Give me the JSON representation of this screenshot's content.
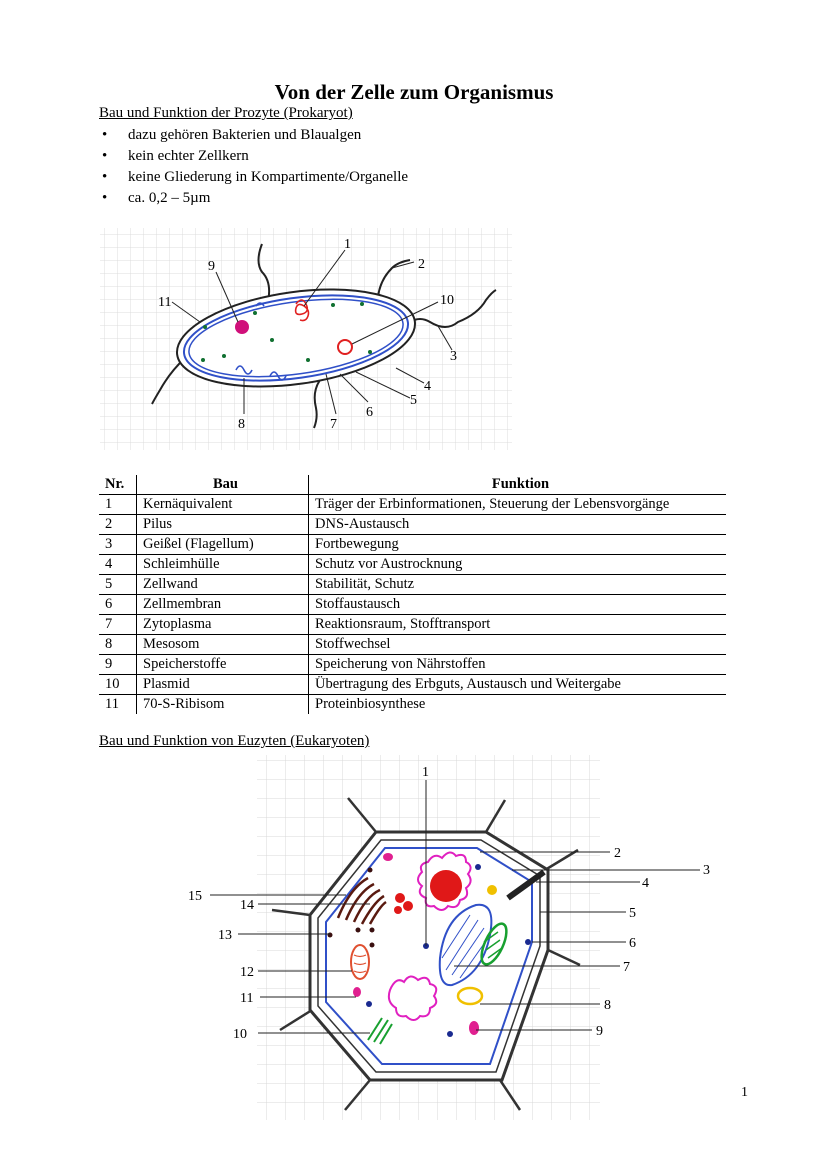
{
  "page": {
    "title": "Von der Zelle zum Organismus",
    "section1": "Bau und Funktion der Prozyte (Prokaryot)",
    "bullets": [
      "dazu gehören Bakterien und Blaualgen",
      "kein echter Zellkern",
      "keine Gliederung in Kompartimente/Organelle",
      "ca. 0,2 – 5µm"
    ],
    "section2": "Bau und Funktion von Euzyten (Eukaryoten)",
    "page_number": "1"
  },
  "prokaryote_labels": [
    "1",
    "2",
    "3",
    "4",
    "5",
    "6",
    "7",
    "8",
    "9",
    "10",
    "11"
  ],
  "eukaryote_labels": [
    "1",
    "2",
    "3",
    "4",
    "5",
    "6",
    "7",
    "8",
    "9",
    "10",
    "11",
    "12",
    "13",
    "14",
    "15"
  ],
  "table": {
    "headers": [
      "Nr.",
      "Bau",
      "Funktion"
    ],
    "rows": [
      [
        "1",
        "Kernäquivalent",
        "Träger der Erbinformationen, Steuerung der Lebensvorgänge"
      ],
      [
        "2",
        "Pilus",
        "DNS-Austausch"
      ],
      [
        "3",
        "Geißel (Flagellum)",
        "Fortbewegung"
      ],
      [
        "4",
        "Schleimhülle",
        "Schutz vor Austrocknung"
      ],
      [
        "5",
        "Zellwand",
        "Stabilität, Schutz"
      ],
      [
        "6",
        "Zellmembran",
        "Stoffaustausch"
      ],
      [
        "7",
        "Zytoplasma",
        "Reaktionsraum, Stofftransport"
      ],
      [
        "8",
        "Mesosom",
        "Stoffwechsel"
      ],
      [
        "9",
        "Speicherstoffe",
        "Speicherung von Nährstoffen"
      ],
      [
        "10",
        "Plasmid",
        "Übertragung des Erbguts, Austausch und Weitergabe"
      ],
      [
        "11",
        "70-S-Ribisom",
        "Proteinbiosynthese"
      ]
    ]
  },
  "colors": {
    "membrane": "#3050c8",
    "storage": "#d0107a",
    "plasmid": "#e02020",
    "ribosome": "#107030",
    "nucleus": "#e01818",
    "golgi": "#5a1a10",
    "mitochondrion": "#e05030",
    "chloroplast": "#18a030",
    "vacuole": "#3050c8",
    "yellow": "#f0c000",
    "er": "#e020c0",
    "grid": "#d8d8d8"
  }
}
